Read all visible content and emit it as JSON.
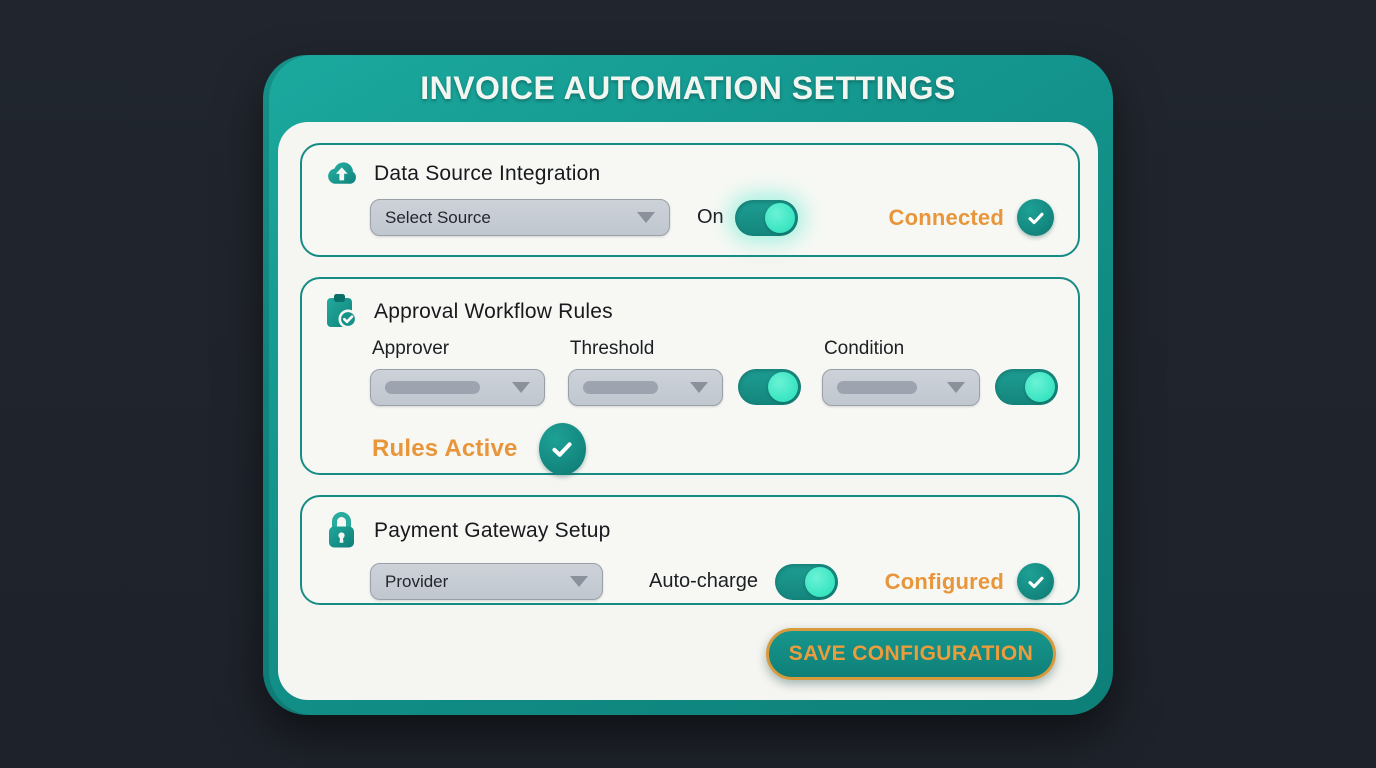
{
  "header": {
    "title": "INVOICE AUTOMATION SETTINGS"
  },
  "sections": {
    "data_source": {
      "title": "Data Source Integration",
      "icon": "cloud-upload-icon",
      "dropdown_value": "Select Source",
      "toggle_label": "On",
      "toggle_state": "on",
      "status": "Connected"
    },
    "approval": {
      "title": "Approval Workflow Rules",
      "icon": "clipboard-check-icon",
      "fields": [
        {
          "label": "Approver"
        },
        {
          "label": "Threshold",
          "toggle_state": "on"
        },
        {
          "label": "Condition",
          "toggle_state": "on"
        }
      ],
      "status": "Rules Active"
    },
    "payment": {
      "title": "Payment Gateway Setup",
      "icon": "lock-icon",
      "dropdown_value": "Provider",
      "toggle_label": "Auto-charge",
      "toggle_state": "on",
      "status": "Configured"
    }
  },
  "footer": {
    "save_label": "SAVE CONFIGURATION"
  },
  "colors": {
    "teal": "#13948c",
    "teal_dark": "#0d7f78",
    "mint": "#3fe7c4",
    "orange": "#e8963b",
    "panel_bg": "#f5f5f1",
    "dropdown_bg": "#c7ccd4",
    "background": "#20242c"
  }
}
